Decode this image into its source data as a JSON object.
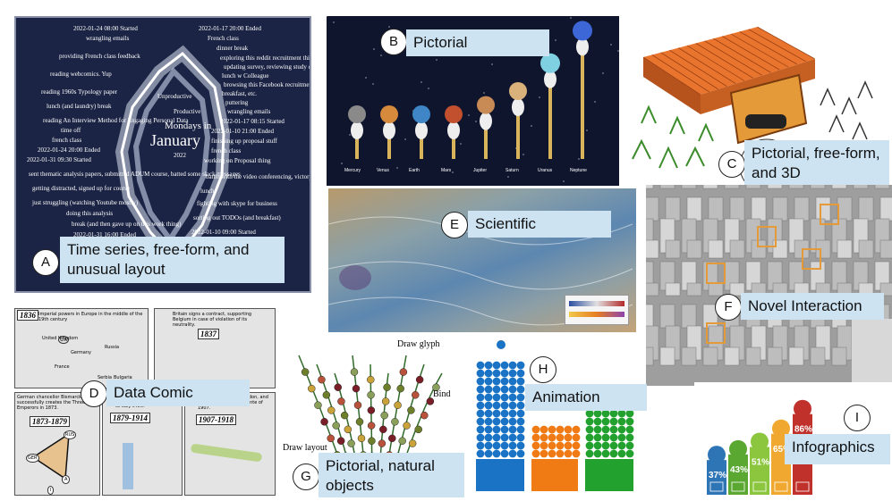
{
  "panels": {
    "a": {
      "letter": "A",
      "label": "Time series, free-form, and unusual layout",
      "title_small": "Mondays in",
      "title_big": "January",
      "year": "2022",
      "center_top": "Unproductive",
      "center_bottom": "Productive",
      "notes": [
        "2022-01-24 08:00 Started",
        "wrangling emails",
        "providing French class feedback",
        "reading webcomics. Yup",
        "reading 1960s Typology paper",
        "lunch (and laundry) break",
        "reading An Interview Method for Engaging Personal Data",
        "time off",
        "french class",
        "2022-01-24 20:00 Ended",
        "2022-01-31 09:30 Started",
        "sent thematic analysis papers, submitted ADUM course, batted some slack messages",
        "getting distracted, signed up for course",
        "just struggling (watching Youtube mostly)",
        "doing this analysis",
        "break (and then gave up on this work thing)",
        "2022-01-31 16:00 Ended",
        "2022-01-17 20:00 Ended",
        "French class",
        "dinner break",
        "exploring this reddit recruitment thing",
        "updating survey, reviewing study docs",
        "lunch w Colleague",
        "browsing this Facebook recruitment thing",
        "breakfast, etc.",
        "puttering",
        "wrangling emails",
        "2022-01-17 08:15 Started",
        "2022-01-10 21:00 Ended",
        "finishing up proposal stuff",
        "french class",
        "working on Proposal thing",
        "battle with the video conferencing, victory!",
        "lunch",
        "fighting with skype for business",
        "sorting out TODOs (and breakfast)",
        "2022-01-10 09:00 Started"
      ]
    },
    "b": {
      "letter": "B",
      "label": "Pictorial",
      "planets": [
        "Mercury",
        "Venus",
        "Earth",
        "Mars",
        "Jupiter",
        "Saturn",
        "Uranus",
        "Neptune"
      ],
      "planet_colors": [
        "#8a8a8a",
        "#d68a3c",
        "#3f86c6",
        "#c2502e",
        "#c98b55",
        "#d8b27a",
        "#7fd0e0",
        "#3d66d6"
      ],
      "heights": [
        1,
        1,
        1,
        1,
        1.4,
        2,
        3.2,
        4.6
      ]
    },
    "c": {
      "letter": "C",
      "label": "Pictorial, free-form, and 3D"
    },
    "d": {
      "letter": "D",
      "label": "Data Comic",
      "frames": [
        {
          "year": "1836",
          "text": "Imperial powers in Europe in the middle of the 19th century"
        },
        {
          "year": "1837",
          "text": "Britain signs a contract, supporting Belgium in case of violation of its neutrality."
        },
        {
          "year": "1873-1879",
          "text": "German chancellor Bismarck successfully creates the Three Emperors in 1873."
        },
        {
          "year": "1879-1914",
          "text": "In 1882, Italy in 1914 due to Italy's left."
        },
        {
          "year": "1907-1918",
          "text": "Between Paris and London, and the Anglo-Russian Entente of 1907."
        }
      ],
      "map_labels": [
        "United Kingdom",
        "UK",
        "Germany",
        "Russia",
        "France",
        "A",
        "I",
        "Serbia",
        "Bulgaria",
        "RUS",
        "GER"
      ]
    },
    "e": {
      "letter": "E",
      "label": "Scientific"
    },
    "f": {
      "letter": "F",
      "label": "Novel Interaction"
    },
    "g": {
      "letter": "G",
      "label": "Pictorial, natural objects",
      "draw_glyph": "Draw glyph",
      "bind": "Bind",
      "draw_layout": "Draw layout"
    },
    "h": {
      "letter": "H",
      "label": "Animation",
      "colors": [
        "#1a73c4",
        "#f07a14",
        "#23a12e"
      ]
    },
    "i": {
      "letter": "I",
      "label": "Infographics",
      "percents": [
        "37%",
        "43%",
        "51%",
        "65%",
        "86%"
      ],
      "values": [
        37,
        43,
        51,
        65,
        86
      ],
      "colors": [
        "#2e75b6",
        "#5aa832",
        "#8cc63f",
        "#f0a830",
        "#c0312b"
      ]
    }
  }
}
